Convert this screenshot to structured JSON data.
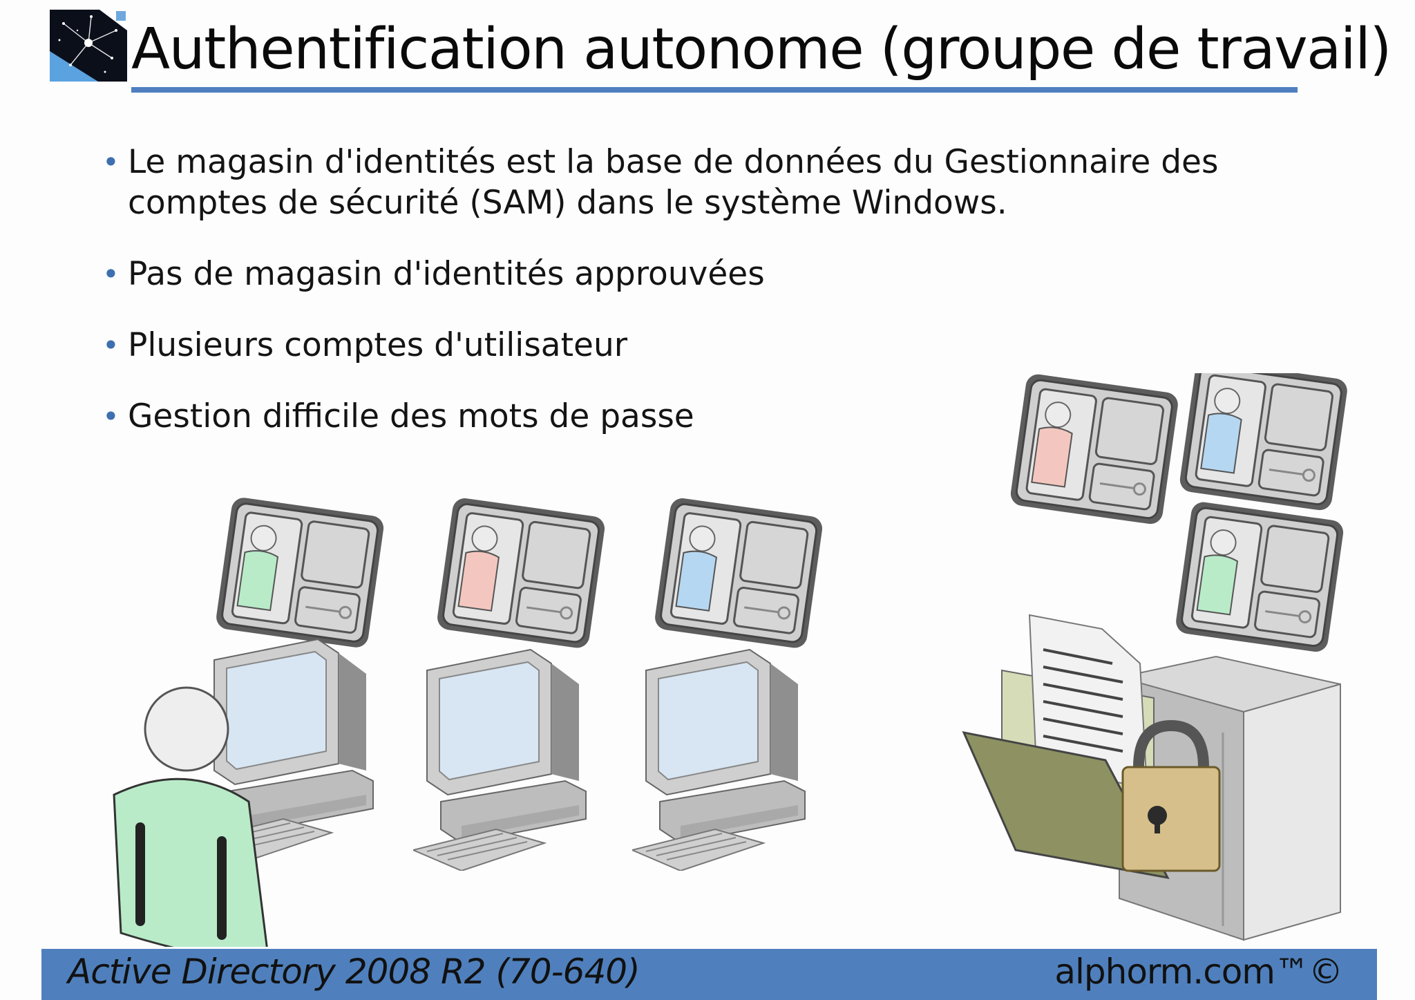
{
  "slide": {
    "title": "Authentification autonome (groupe de travail)",
    "bullets": [
      "Le magasin d'identités est la base de données du Gestionnaire des comptes de sécurité (SAM) dans le système Windows.",
      "Pas de magasin d'identités approuvées",
      "Plusieurs comptes d'utilisateur",
      "Gestion difficile des mots de passe"
    ]
  },
  "footer": {
    "course": "Active Directory 2008 R2 (70-640)",
    "brand": "alphorm.com™©"
  },
  "colors": {
    "accent": "#4f7fc0",
    "footer_bar": "#4f80bd",
    "user_green": "#b9ebc9",
    "user_pink": "#f3c7bf",
    "user_blue": "#b5d7f2"
  },
  "icons": [
    "logo-icon",
    "user-card-icon",
    "computer-icon",
    "user-icon",
    "server-icon",
    "folder-icon",
    "document-icon",
    "padlock-icon",
    "key-icon"
  ]
}
